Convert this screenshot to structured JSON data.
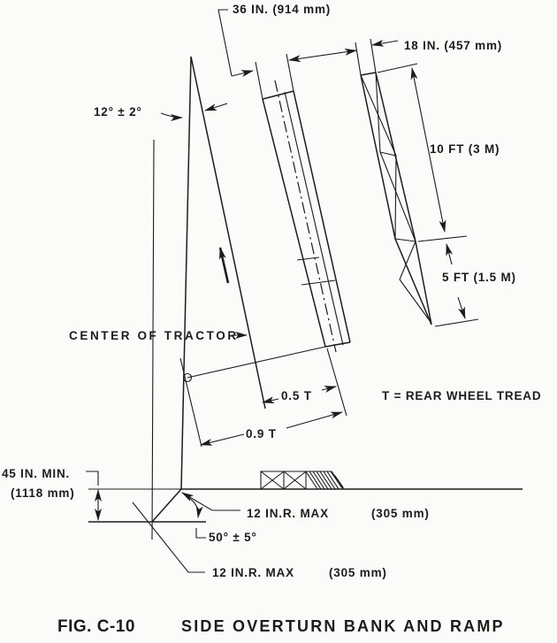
{
  "figure": {
    "caption": {
      "number": "FIG. C-10",
      "title": "SIDE OVERTURN BANK AND RAMP"
    },
    "note": "T = REAR WHEEL TREAD",
    "labels": {
      "center_of_tractor": "CENTER OF TRACTOR"
    },
    "dimensions": {
      "ramp_width": "36 IN. (914 mm)",
      "rail_width": "18 IN. (457 mm)",
      "tilt_angle": "12° ± 2°",
      "upper_length": "10 FT (3 M)",
      "lower_length": "5 FT (1.5 M)",
      "half_tread": "0.5 T",
      "nine_tenth_tread": "0.9 T",
      "bank_height": "45 IN. MIN.",
      "bank_height_mm": "(1118 mm)",
      "bank_angle": "50° ± 5°",
      "radius_top": "12 IN.R. MAX",
      "radius_top_mm": "(305 mm)",
      "radius_bottom": "12 IN.R. MAX",
      "radius_bottom_mm": "(305 mm)"
    },
    "colors": {
      "ink": "#1c1c1c",
      "paper": "#fbfbfa"
    }
  }
}
